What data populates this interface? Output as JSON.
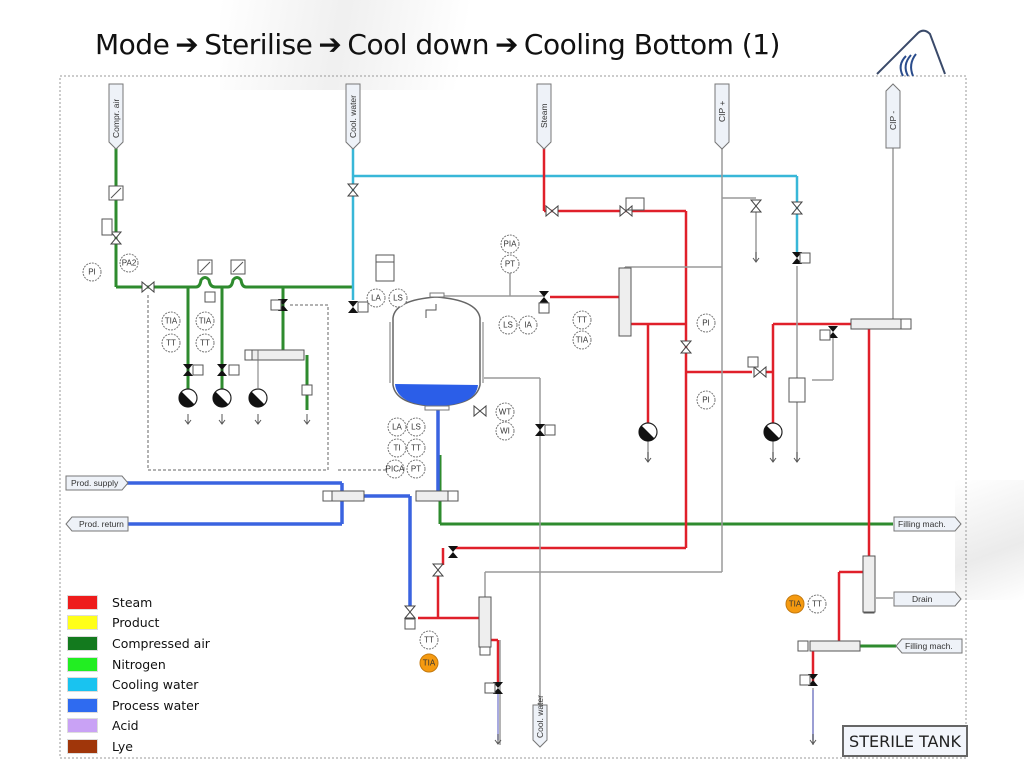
{
  "title": {
    "parts": [
      "Mode",
      "Sterilise",
      "Cool down",
      "Cooling Bottom (1)"
    ],
    "arrow": "➔"
  },
  "colors": {
    "steam": "#e0202a",
    "compressed_air": "#2e8b2e",
    "cooling_water": "#38b7d8",
    "process_water": "#3a63e0",
    "gray_pipe": "#9a9a9a",
    "tia_orange": "#f59a10",
    "tank_liquid": "#2b5ee8"
  },
  "connectors_top": [
    {
      "label": "Compr. air"
    },
    {
      "label": "Cool. water"
    },
    {
      "label": "Steam"
    },
    {
      "label": "CIP +"
    },
    {
      "label": "CIP -"
    }
  ],
  "connectors_side": {
    "prod_supply": "Prod. supply",
    "prod_return": "Prod. return",
    "filling_mach_1": "Filling mach.",
    "drain": "Drain",
    "filling_mach_2": "Filling mach.",
    "cool_water_bottom": "Cool. water"
  },
  "instruments": {
    "pi_left": "PI",
    "pa2": "PA2",
    "tia_1": "TIA",
    "tt_1": "TT",
    "tia_2": "TIA",
    "tt_2": "TT",
    "la_top": "LA",
    "ls_top": "LS",
    "pia": "PIA",
    "pt_top": "PT",
    "ls_side": "LS",
    "ia_side": "IA",
    "tt_mid": "TT",
    "tia_mid": "TIA",
    "pi_mid": "PI",
    "pi_low": "PI",
    "wt": "WT",
    "wi": "WI",
    "la_bot": "LA",
    "ls_bot": "LS",
    "ti_bot": "TI",
    "tt_bot": "TT",
    "pica": "PICA",
    "pt_bot": "PT",
    "tt_lower": "TT",
    "tia_lower": "TIA",
    "tia_right": "TIA",
    "tt_right": "TT"
  },
  "legend": [
    {
      "label": "Steam",
      "color": "#ee1c1c"
    },
    {
      "label": "Product",
      "color": "#ffff1a"
    },
    {
      "label": "Compressed air",
      "color": "#137a1e"
    },
    {
      "label": "Nitrogen",
      "color": "#22ee22"
    },
    {
      "label": "Cooling water",
      "color": "#19c3f0"
    },
    {
      "label": "Process water",
      "color": "#2f6bf0"
    },
    {
      "label": "Acid",
      "color": "#c9a2f5"
    },
    {
      "label": "Lye",
      "color": "#a0360a"
    }
  ],
  "badge": "STERILE TANK"
}
